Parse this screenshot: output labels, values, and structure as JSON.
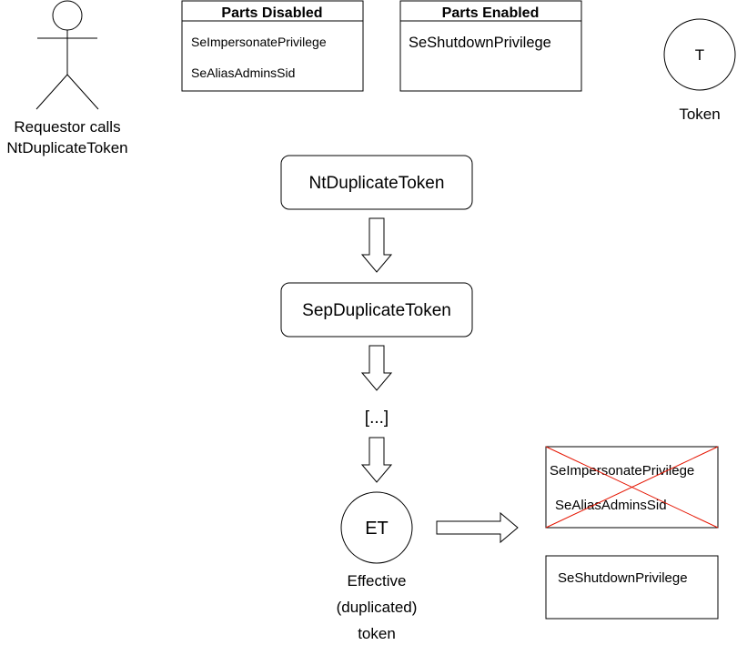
{
  "actor": {
    "label_line1": "Requestor calls",
    "label_line2": "NtDuplicateToken"
  },
  "parts_disabled": {
    "title": "Parts Disabled",
    "items": [
      "SeImpersonatePrivilege",
      "SeAliasAdminsSid"
    ]
  },
  "parts_enabled": {
    "title": "Parts Enabled",
    "items": [
      "SeShutdownPrivilege"
    ]
  },
  "token": {
    "letter": "T",
    "label": "Token"
  },
  "flow": {
    "step1": "NtDuplicateToken",
    "step2": "SepDuplicateToken",
    "ellipsis": "[...]"
  },
  "effective_token": {
    "letter": "ET",
    "label_line1": "Effective",
    "label_line2": "(duplicated)",
    "label_line3": "token"
  },
  "result": {
    "removed_items": [
      "SeImpersonatePrivilege",
      "SeAliasAdminsSid"
    ],
    "kept_items": [
      "SeShutdownPrivilege"
    ]
  },
  "colors": {
    "stroke": "#000000",
    "strikethrough": "#e51400",
    "background": "#ffffff"
  }
}
